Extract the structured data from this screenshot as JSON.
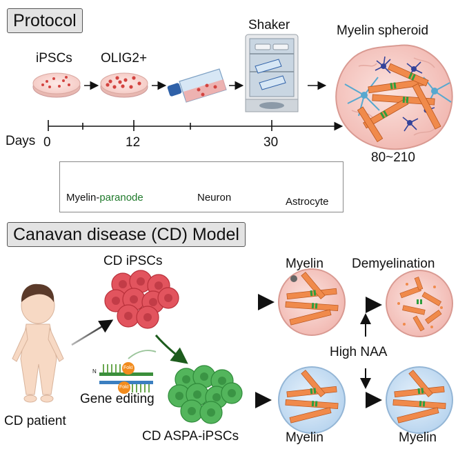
{
  "protocol": {
    "title": "Protocol",
    "stages": {
      "ipsc": "iPSCs",
      "olig2": "OLIG2+",
      "shaker": "Shaker",
      "spheroid": "Myelin spheroid"
    },
    "timeline": {
      "label": "Days",
      "ticks": [
        "0",
        "12",
        "30"
      ],
      "end_range": "80~210"
    }
  },
  "legend": {
    "myelin_prefix": "Myelin-",
    "paranode": "paranode",
    "neuron": "Neuron",
    "astrocyte": "Astrocyte"
  },
  "cd_model": {
    "title": "Canavan disease (CD) Model",
    "cd_ipscs": "CD iPSCs",
    "myelin_top": "Myelin",
    "demyelination": "Demyelination",
    "high_naa": "High NAA",
    "gene_editing": "Gene editing",
    "cd_patient": "CD patient",
    "aspa_ipscs": "CD ASPA-iPSCs",
    "myelin_bottom_left": "Myelin",
    "myelin_bottom_right": "Myelin",
    "dna_label_n": "N",
    "dna_label_fokl": "FokI"
  },
  "colors": {
    "myelin_orange": "#f08a4b",
    "paranode_green": "#2e9e3e",
    "paranode_text": "#1f7a2b",
    "sphere_pink": "#f6c9c4",
    "sphere_blue": "#cfe3f5",
    "cell_red": "#e2545e",
    "cell_green": "#53b55c",
    "neuron_blue": "#57a8cf",
    "astro_blue": "#33439a"
  }
}
